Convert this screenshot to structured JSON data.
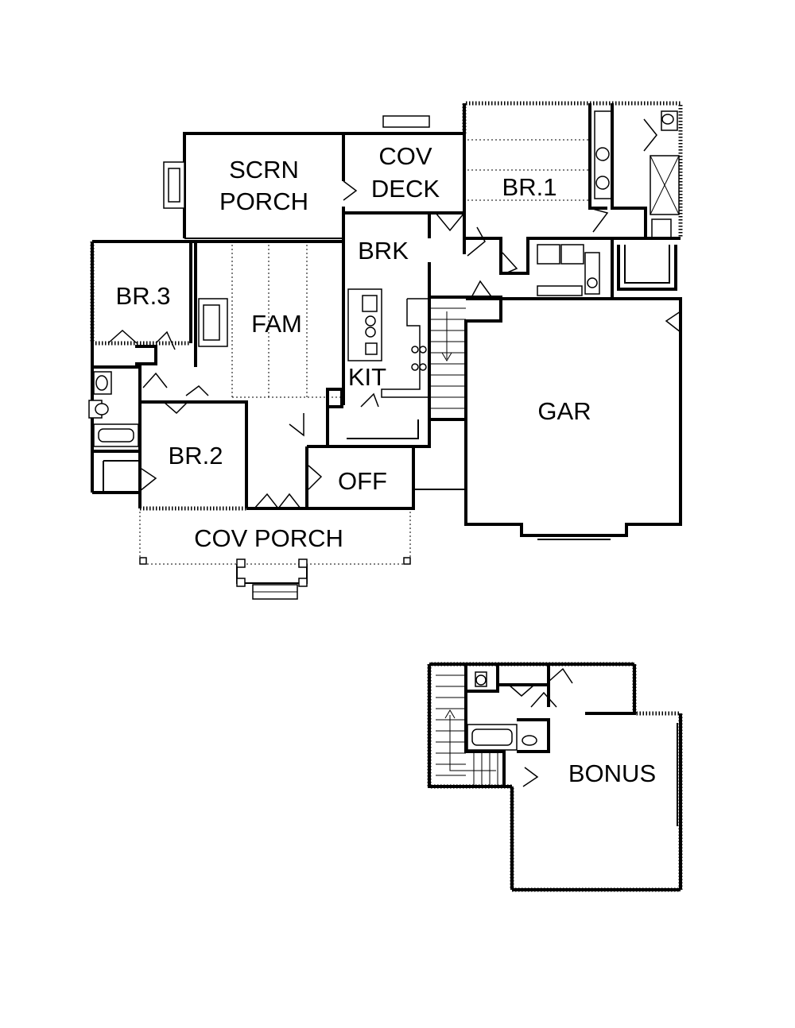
{
  "rooms": {
    "scrn_porch_line1": "SCRN",
    "scrn_porch_line2": "PORCH",
    "cov_deck_line1": "COV",
    "cov_deck_line2": "DECK",
    "br1": "BR.1",
    "brk": "BRK",
    "br3": "BR.3",
    "fam": "FAM",
    "kit": "KIT",
    "gar": "GAR",
    "br2": "BR.2",
    "off": "OFF",
    "cov_porch": "COV PORCH",
    "bonus": "BONUS"
  }
}
